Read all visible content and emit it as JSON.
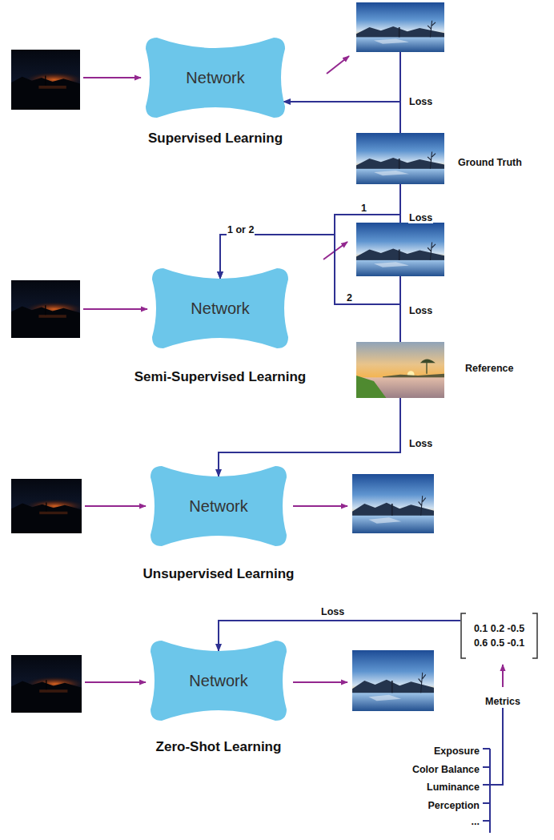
{
  "diagram": {
    "nodes": [
      {
        "text": [
          "Network",
          "Supervised Learning"
        ]
      },
      {
        "text": [
          "Ground Truth"
        ]
      },
      {
        "text": [
          "Network",
          "Semi-Supervised Learning"
        ]
      },
      {
        "text": [
          "Reference"
        ]
      },
      {
        "text": [
          "Network",
          "Unsupervised Learning"
        ]
      },
      {
        "text": [
          "Network",
          "Zero-Shot Learning"
        ]
      },
      {
        "text": [
          "0.1 0.2 -0.5",
          "0.6 0.5 -0.1"
        ]
      }
    ],
    "edges": [
      {
        "from": 1,
        "to": 0,
        "arrow": "to",
        "label": "Loss"
      },
      {
        "from": 1,
        "to": 2,
        "arrow": "to",
        "label": "1"
      },
      {
        "from": 3,
        "to": 2,
        "arrow": "to",
        "label": "2"
      },
      {
        "from": 3,
        "to": 4,
        "arrow": "to",
        "label": "Loss"
      },
      {
        "from": 6,
        "to": 5,
        "arrow": "to",
        "label": "Loss"
      }
    ],
    "labels": [
      "Loss",
      "1 or 2",
      "Loss",
      "Metrics",
      "Exposure",
      "Color Balance",
      "Luminance",
      "Perception",
      "..."
    ]
  }
}
